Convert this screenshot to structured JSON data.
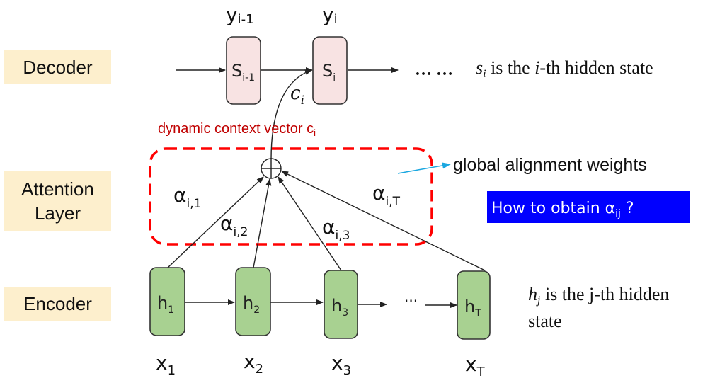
{
  "layers": {
    "decoder": "Decoder",
    "attention_line1": "Attention",
    "attention_line2": "Layer",
    "encoder": "Encoder"
  },
  "decoder": {
    "outputs": [
      {
        "base": "y",
        "sub": "i-1"
      },
      {
        "base": "y",
        "sub": "i"
      }
    ],
    "cells": [
      {
        "base": "S",
        "sub": "i-1"
      },
      {
        "base": "S",
        "sub": "i"
      }
    ],
    "ellipsis": "… …",
    "context_label": {
      "base": "c",
      "sub": "i"
    },
    "description": {
      "var": "s",
      "sub": "i",
      "mid": " is the ",
      "ivar": "i",
      "rest": "-th hidden state"
    }
  },
  "attention": {
    "context_caption": "dynamic context vector c",
    "context_caption_sub": "i",
    "weights": [
      {
        "base": "α",
        "sub": "i,1"
      },
      {
        "base": "α",
        "sub": "i,2"
      },
      {
        "base": "α",
        "sub": "i,3"
      },
      {
        "base": "α",
        "sub": "i,T"
      }
    ],
    "alignment_label": "global alignment weights",
    "question": {
      "text": "How to obtain α",
      "sub": "ij",
      "tail": " ?"
    }
  },
  "encoder": {
    "cells": [
      {
        "base": "h",
        "sub": "1"
      },
      {
        "base": "h",
        "sub": "2"
      },
      {
        "base": "h",
        "sub": "3"
      },
      {
        "base": "h",
        "sub": "T"
      }
    ],
    "inputs": [
      {
        "base": "x",
        "sub": "1"
      },
      {
        "base": "x",
        "sub": "2"
      },
      {
        "base": "x",
        "sub": "3"
      },
      {
        "base": "x",
        "sub": "T"
      }
    ],
    "ellipsis": "···",
    "description_line1": {
      "var": "h",
      "sub": "j",
      "rest": " is the j-th hidden"
    },
    "description_line2": "state"
  },
  "colors": {
    "layer_box": "#fdefcd",
    "decoder_cell": "#f8e3e3",
    "encoder_cell": "#a8d191",
    "attention_border": "#ff0000",
    "context_caption": "#c00000",
    "alignment_arrow": "#1aa7e0",
    "question_bg": "#0000ff"
  }
}
